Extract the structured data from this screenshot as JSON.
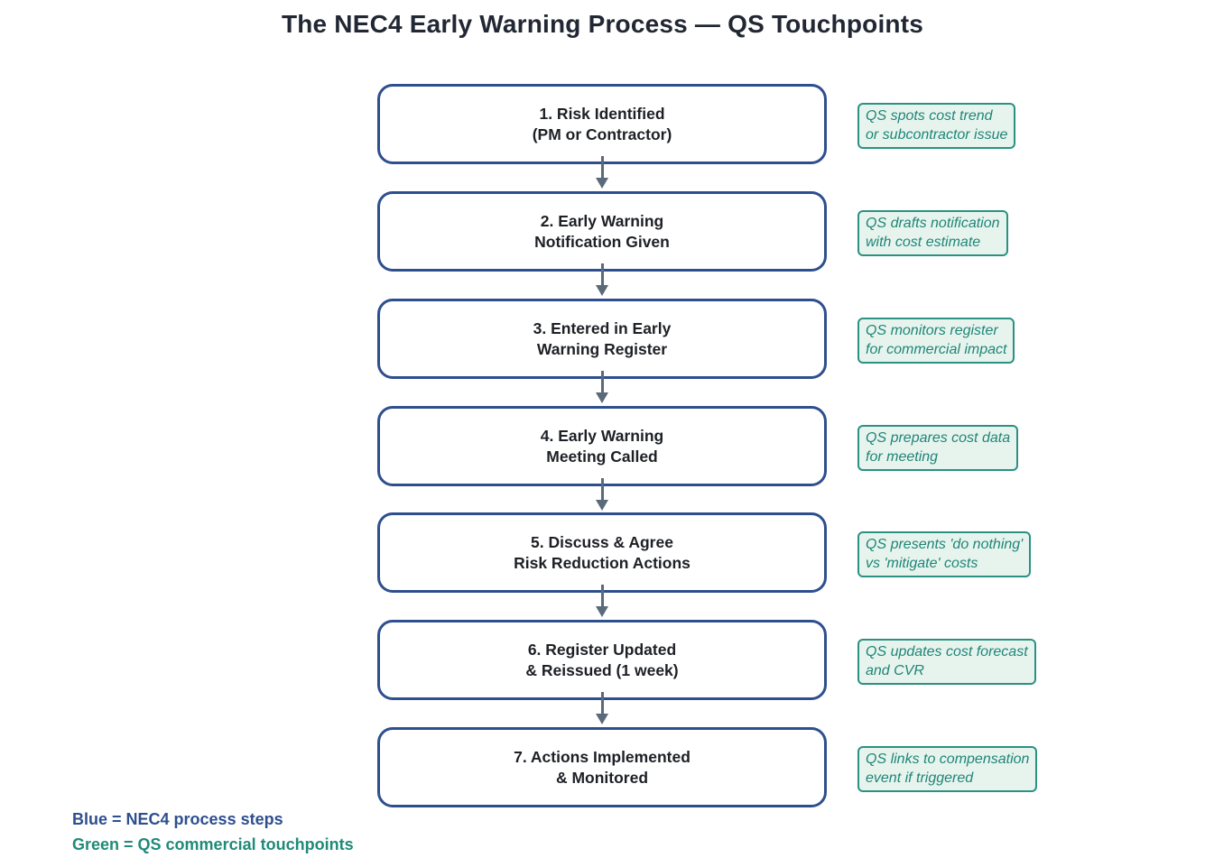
{
  "title": "The NEC4 Early Warning Process — QS Touchpoints",
  "colors": {
    "title_text": "#212733",
    "box_text": "#1d2025",
    "process_border": "#2e4f8e",
    "arrow": "#5a6a7a",
    "annotation_border": "#2a9183",
    "annotation_bg": "#e7f4ee",
    "annotation_text": "#1f8577",
    "legend_blue": "#2e4f8e",
    "legend_green": "#1f8a78"
  },
  "steps": [
    {
      "line1": "1. Risk Identified",
      "line2": "(PM or Contractor)"
    },
    {
      "line1": "2. Early Warning",
      "line2": "Notification Given"
    },
    {
      "line1": "3. Entered in Early",
      "line2": "Warning Register"
    },
    {
      "line1": "4. Early Warning",
      "line2": "Meeting Called"
    },
    {
      "line1": "5. Discuss & Agree",
      "line2": "Risk Reduction Actions"
    },
    {
      "line1": "6. Register Updated",
      "line2": "& Reissued (1 week)"
    },
    {
      "line1": "7. Actions Implemented",
      "line2": "& Monitored"
    }
  ],
  "annotations": [
    {
      "line1": "QS spots cost trend",
      "line2": "or subcontractor issue"
    },
    {
      "line1": "QS drafts notification",
      "line2": "with cost estimate"
    },
    {
      "line1": "QS monitors register",
      "line2": "for commercial impact"
    },
    {
      "line1": "QS prepares cost data",
      "line2": "for meeting"
    },
    {
      "line1": "QS presents 'do nothing'",
      "line2": "vs 'mitigate' costs"
    },
    {
      "line1": "QS updates cost forecast",
      "line2": "and CVR"
    },
    {
      "line1": "QS links to compensation",
      "line2": "event if triggered"
    }
  ],
  "legend": {
    "blue_label": "Blue = NEC4 process steps",
    "green_label": "Green = QS commercial touchpoints"
  }
}
